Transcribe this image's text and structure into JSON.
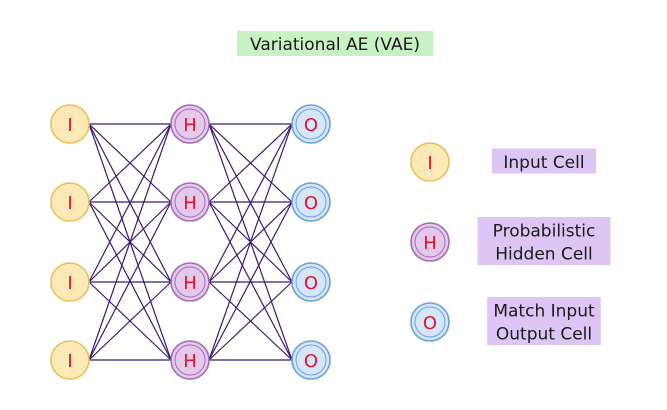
{
  "title": "Variational AE (VAE)",
  "colors": {
    "edge": "#3b1a73",
    "letter": "#e8102a",
    "title_bg": "#c9f2c4",
    "legend_bg": "#ddc6f5",
    "input_fill": "#fde9b6",
    "input_stroke": "#e8c15a",
    "hidden_fill": "#e4c9ec",
    "hidden_stroke": "#a46bb3",
    "output_fill": "#d4e6fa",
    "output_stroke": "#6aa0d9"
  },
  "layers": [
    {
      "type": "input",
      "label": "I",
      "count": 4
    },
    {
      "type": "hidden",
      "label": "H",
      "count": 4
    },
    {
      "type": "output",
      "label": "O",
      "count": 4
    }
  ],
  "legend": [
    {
      "type": "input",
      "symbol": "I",
      "lines": [
        "Input Cell"
      ]
    },
    {
      "type": "hidden",
      "symbol": "H",
      "lines": [
        "Probabilistic",
        "Hidden Cell"
      ]
    },
    {
      "type": "output",
      "symbol": "O",
      "lines": [
        "Match Input",
        "Output Cell"
      ]
    }
  ]
}
